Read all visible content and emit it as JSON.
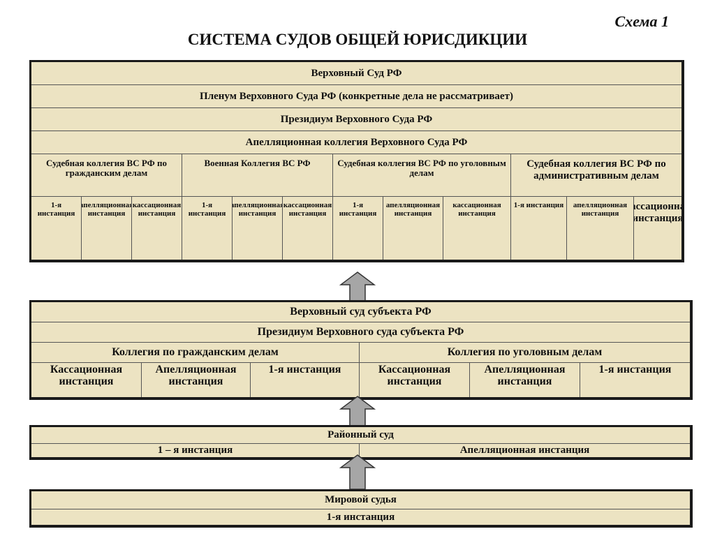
{
  "scheme_label": "Схема 1",
  "title": "СИСТЕМА СУДОВ ОБЩЕЙ ЮРИСДИКЦИИ",
  "supreme": {
    "name": "Верховный Суд РФ",
    "plenum": "Пленум Верховного Суда РФ (конкретные дела не рассматривает)",
    "presidium": "Президиум Верховного Суда РФ",
    "appeal_collegium": "Апелляционная коллегия Верховного Суда РФ",
    "collegia": [
      {
        "label": "Судебная коллегия ВС РФ по гражданским делам",
        "instances": [
          "1-я инстанция",
          "апелляционная инстанция",
          "кассационная инстанция"
        ]
      },
      {
        "label": "Военная Коллегия ВС РФ",
        "instances": [
          "1-я инстанция",
          "апелляционная инстанция",
          "кассационная инстанция"
        ]
      },
      {
        "label": "Судебная коллегия ВС РФ по уголовным делам",
        "instances": [
          "1-я инстанция",
          "апелляционная инстанция",
          "кассационная инстанция"
        ]
      },
      {
        "label": "Судебная коллегия ВС РФ по административным делам",
        "instances": [
          "1-я инстанция",
          "апелляционная инстанция",
          "кассационная инстанция"
        ]
      }
    ]
  },
  "regional": {
    "name": "Верховный суд субъекта РФ",
    "presidium": "Президиум Верховного суда субъекта РФ",
    "collegia": [
      {
        "label": "Коллегия по гражданским делам",
        "instances": [
          "Кассационная инстанция",
          "Апелляционная инстанция",
          "1-я инстанция"
        ]
      },
      {
        "label": "Коллегия по уголовным делам",
        "instances": [
          "Кассационная инстанция",
          "Апелляционная инстанция",
          "1-я инстанция"
        ]
      }
    ]
  },
  "district": {
    "name": "Районный суд",
    "instances": [
      "1 – я инстанция",
      "Апелляционная инстанция"
    ]
  },
  "magistrate": {
    "name": "Мировой судья",
    "instance": "1-я инстанция"
  },
  "colors": {
    "block_fill": "#ece3c2",
    "arrow_fill": "#a6a6a6",
    "border": "#1a1a1a"
  },
  "icons": [
    "up-arrow-icon"
  ]
}
